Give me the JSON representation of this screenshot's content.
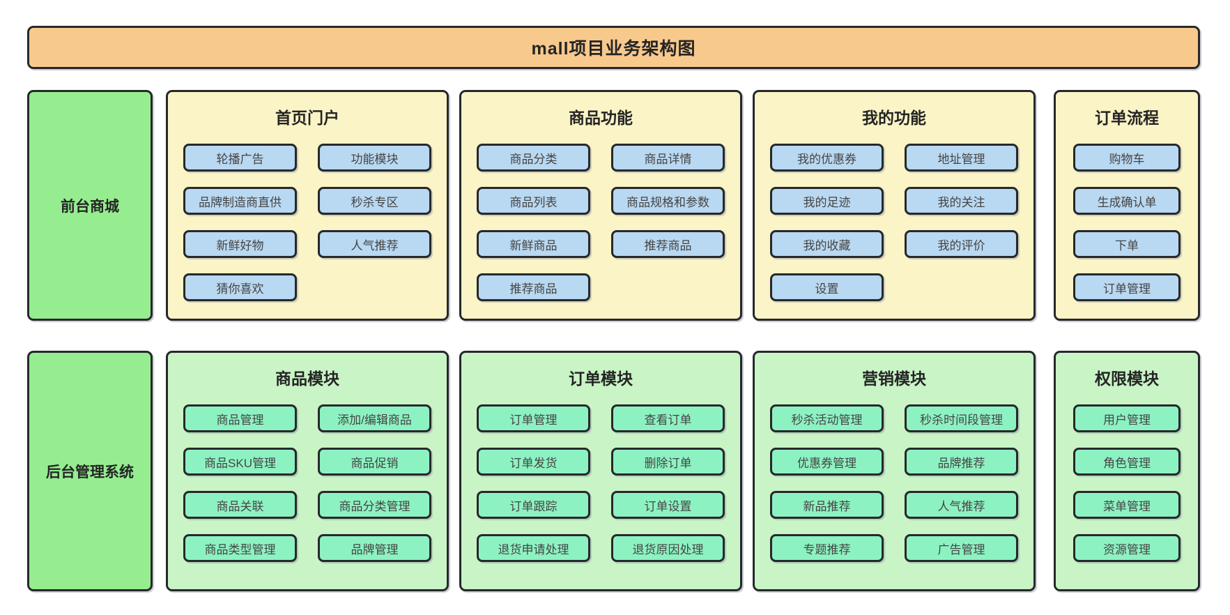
{
  "title": "mall项目业务架构图",
  "colors": {
    "header_bg": "#f8c98d",
    "front_panel_bg": "#faf4c6",
    "front_node_bg": "#b9d8f1",
    "side_label_bg": "#95ed90",
    "back_panel_bg": "#c9f4c6",
    "back_node_bg": "#8df2c2",
    "border": "#26282b"
  },
  "rows": [
    {
      "label": "前台商城",
      "panels": [
        {
          "title": "首页门户",
          "columns": 2,
          "buttons": [
            "轮播广告",
            "功能模块",
            "品牌制造商直供",
            "秒杀专区",
            "新鲜好物",
            "人气推荐",
            "猜你喜欢"
          ]
        },
        {
          "title": "商品功能",
          "columns": 2,
          "buttons": [
            "商品分类",
            "商品详情",
            "商品列表",
            "商品规格和参数",
            "新鲜商品",
            "推荐商品",
            "推荐商品"
          ]
        },
        {
          "title": "我的功能",
          "columns": 2,
          "buttons": [
            "我的优惠券",
            "地址管理",
            "我的足迹",
            "我的关注",
            "我的收藏",
            "我的评价",
            "设置"
          ]
        },
        {
          "title": "订单流程",
          "columns": 1,
          "buttons": [
            "购物车",
            "生成确认单",
            "下单",
            "订单管理"
          ]
        }
      ]
    },
    {
      "label": "后台管理系统",
      "panels": [
        {
          "title": "商品模块",
          "columns": 2,
          "buttons": [
            "商品管理",
            "添加/编辑商品",
            "商品SKU管理",
            "商品促销",
            "商品关联",
            "商品分类管理",
            "商品类型管理",
            "品牌管理"
          ]
        },
        {
          "title": "订单模块",
          "columns": 2,
          "buttons": [
            "订单管理",
            "查看订单",
            "订单发货",
            "删除订单",
            "订单跟踪",
            "订单设置",
            "退货申请处理",
            "退货原因处理"
          ]
        },
        {
          "title": "营销模块",
          "columns": 2,
          "buttons": [
            "秒杀活动管理",
            "秒杀时间段管理",
            "优惠券管理",
            "品牌推荐",
            "新品推荐",
            "人气推荐",
            "专题推荐",
            "广告管理"
          ]
        },
        {
          "title": "权限模块",
          "columns": 1,
          "buttons": [
            "用户管理",
            "角色管理",
            "菜单管理",
            "资源管理"
          ]
        }
      ]
    }
  ]
}
